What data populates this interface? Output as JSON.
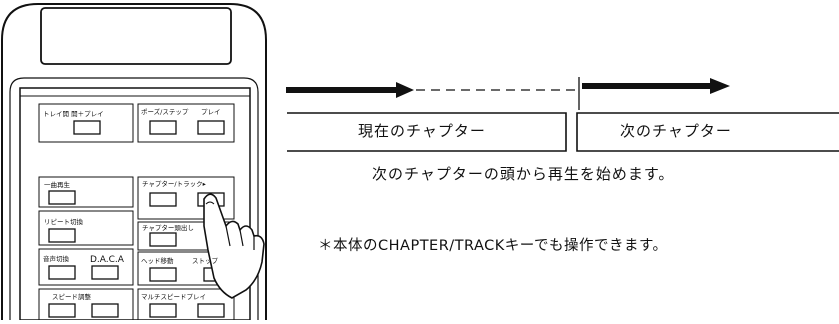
{
  "timeline": {
    "current_chapter_label": "現在のチャプター",
    "next_chapter_label": "次のチャプター"
  },
  "caption": "次のチャプターの頭から再生を始めます。",
  "note": "＊本体のCHAPTER/TRACKキーでも操作できます。",
  "remote": {
    "row1": [
      "トレイ開 開＋プレイ",
      "ポーズ/ステップ",
      "プレイ"
    ],
    "row2": [
      "一曲再生",
      "チャプター/トラック▸"
    ],
    "row3": [
      "リピート切換",
      "チャプター頭出し"
    ],
    "row4": [
      "音声切換",
      "D.A.C.A",
      "ヘッド移動",
      "ストップ"
    ],
    "row5": [
      "スピード調整",
      "マルチスピードプレイ"
    ]
  }
}
